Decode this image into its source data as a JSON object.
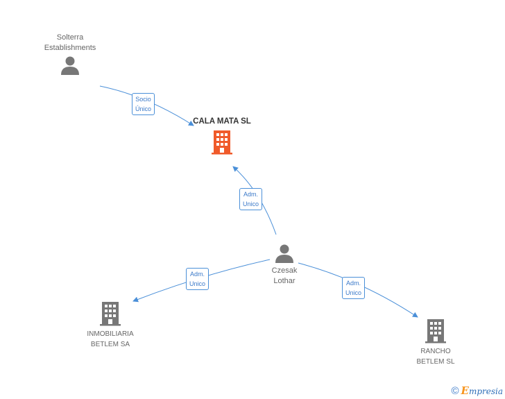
{
  "nodes": {
    "solterra": {
      "label": "Solterra\nEstablishments",
      "kind": "person"
    },
    "cala_mata": {
      "label": "CALA MATA SL",
      "kind": "company-main",
      "color": "#f05a2a"
    },
    "czesak": {
      "label": "Czesak\nLothar",
      "kind": "person"
    },
    "inmobiliaria": {
      "label": "INMOBILIARIA\nBETLEM SA",
      "kind": "company"
    },
    "rancho": {
      "label": "RANCHO\nBETLEM SL",
      "kind": "company"
    }
  },
  "edges": {
    "solterra_cala": {
      "label": "Socio\nÚnico"
    },
    "czesak_cala": {
      "label": "Adm.\nUnico"
    },
    "czesak_inmobiliaria": {
      "label": "Adm.\nUnico"
    },
    "czesak_rancho": {
      "label": "Adm.\nUnico"
    }
  },
  "footer": {
    "copyright_symbol": "©",
    "brand_initial": "E",
    "brand_rest": "mpresia"
  },
  "colors": {
    "edge": "#4a8fd8",
    "person_icon": "#777777",
    "company_icon": "#777777",
    "main_company": "#f05a2a"
  }
}
